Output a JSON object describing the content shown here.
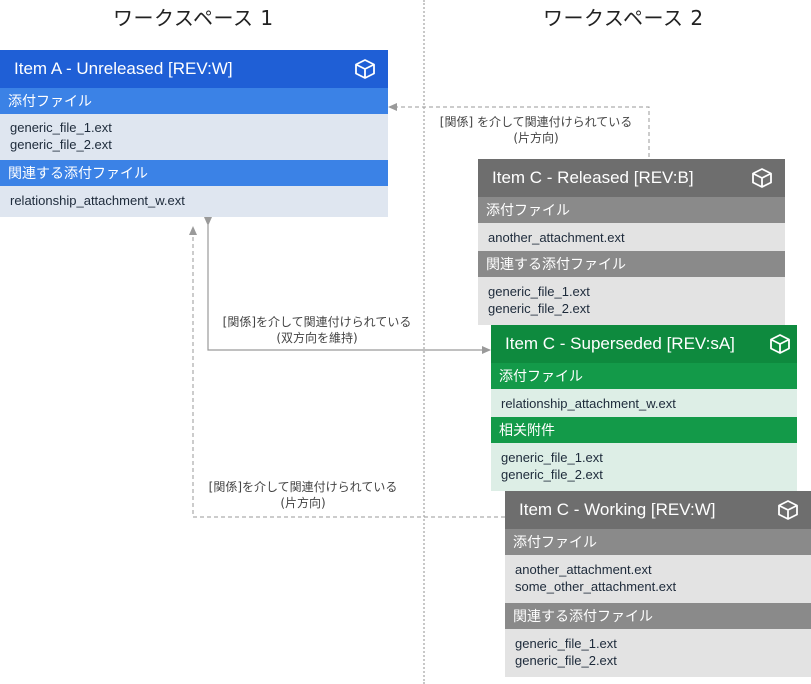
{
  "workspaces": {
    "left": "ワークスペース 1",
    "right": "ワークスペース 2"
  },
  "notes": {
    "top": [
      "[関係] を介して関連付けられている",
      "(片方向)"
    ],
    "middle": [
      "[関係]を介して関連付けられている",
      "(双方向を維持)"
    ],
    "bottom": [
      "[関係]を介して関連付けられている",
      "(片方向)"
    ]
  },
  "cards": {
    "a": {
      "title": "Item A - Unreleased [REV:W]",
      "section1": "添付ファイル",
      "files1": [
        "generic_file_1.ext",
        "generic_file_2.ext"
      ],
      "section2": "関連する添付ファイル",
      "files2": [
        "relationship_attachment_w.ext"
      ],
      "icon": "cube-icon"
    },
    "c_released": {
      "title": "Item C - Released [REV:B]",
      "section1": "添付ファイル",
      "files1": [
        "another_attachment.ext"
      ],
      "section2": "関連する添付ファイル",
      "files2": [
        "generic_file_1.ext",
        "generic_file_2.ext"
      ],
      "icon": "cube-icon"
    },
    "c_superseded": {
      "title": "Item C - Superseded [REV:sA]",
      "section1": "添付ファイル",
      "files1": [
        "relationship_attachment_w.ext"
      ],
      "section2": "相关附件",
      "files2": [
        "generic_file_1.ext",
        "generic_file_2.ext"
      ],
      "icon": "cube-icon"
    },
    "c_working": {
      "title": "Item C - Working [REV:W]",
      "section1": "添付ファイル",
      "files1": [
        "another_attachment.ext",
        "some_other_attachment.ext"
      ],
      "section2": "関連する添付ファイル",
      "files2": [
        "generic_file_1.ext",
        "generic_file_2.ext"
      ],
      "icon": "cube-icon"
    }
  },
  "colors": {
    "blue_header": "#1f5fd6",
    "blue_section": "#3b82e6",
    "blue_body": "#dfe6f0",
    "gray_header": "#6e6e6e",
    "gray_section": "#8a8a8a",
    "gray_body": "#e3e3e3",
    "green_header": "#0e8a3e",
    "green_section": "#139a49",
    "green_body": "#ddeee6",
    "connector": "#9a9a9a"
  }
}
